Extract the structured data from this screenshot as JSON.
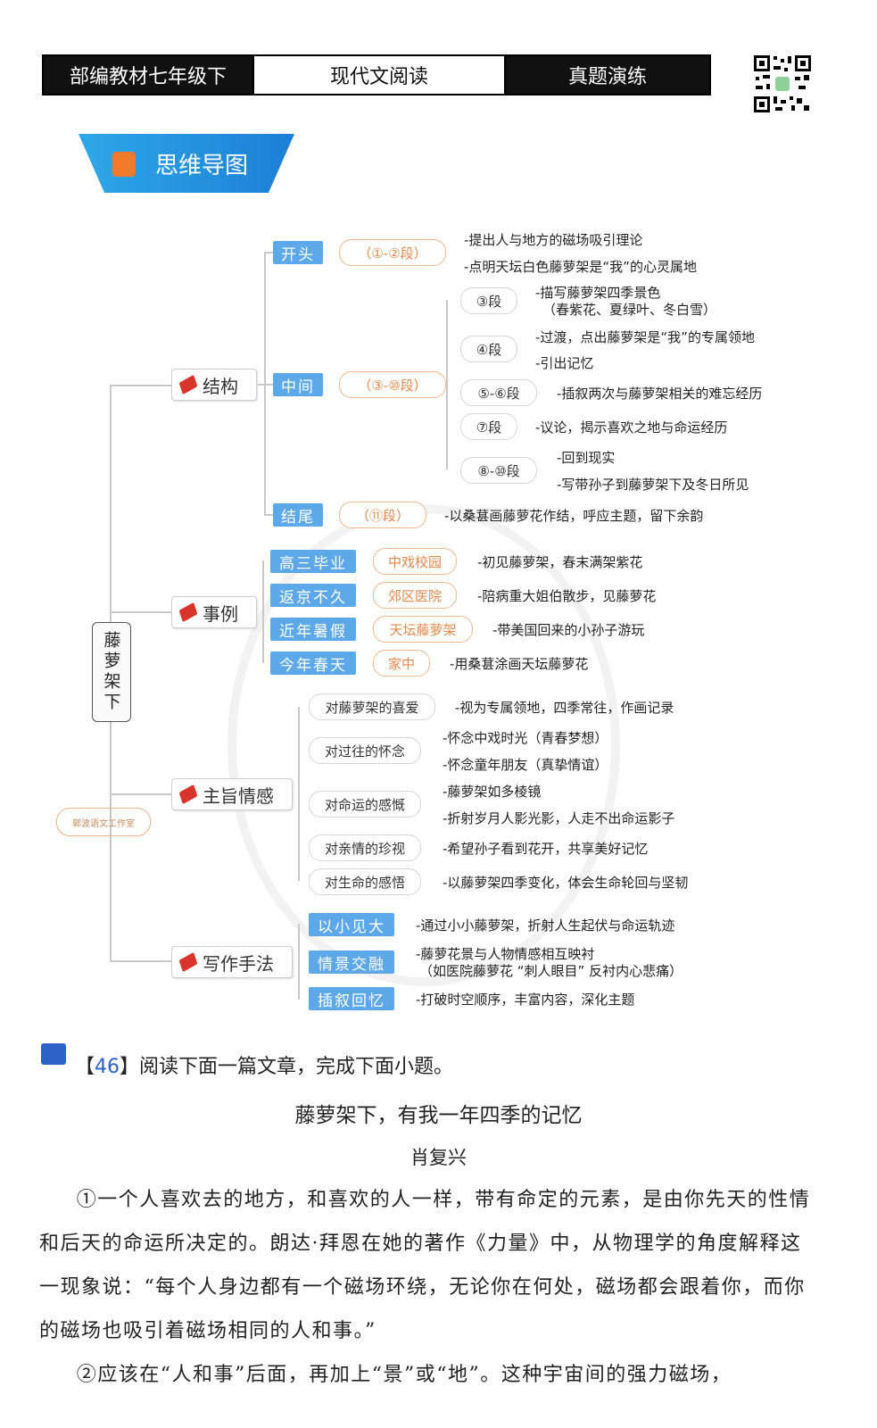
{
  "header": {
    "left": "部编教材七年级下",
    "center": "现代文阅读",
    "right": "真题演练"
  },
  "banner": {
    "title": "思维导图",
    "icon": "pencil-note-icon"
  },
  "mindmap": {
    "root": "藤萝架下",
    "studio": "郭波语文工作室",
    "structure": {
      "label": "结构",
      "opening": {
        "label": "开头",
        "range": "（①-②段）",
        "points": [
          "-提出人与地方的磁场吸引理论",
          "-点明天坛白色藤萝架是“我”的心灵属地"
        ]
      },
      "middle": {
        "label": "中间",
        "range": "（③-⑩段）",
        "sections": [
          {
            "label": "③段",
            "points": [
              "-描写藤萝架四季景色",
              "（春紫花、夏绿叶、冬白雪）"
            ]
          },
          {
            "label": "④段",
            "points": [
              "-过渡，点出藤萝架是“我”的专属领地",
              "-引出记忆"
            ]
          },
          {
            "label": "⑤-⑥段",
            "points": [
              "-插叙两次与藤萝架相关的难忘经历"
            ]
          },
          {
            "label": "⑦段",
            "points": [
              "-议论，揭示喜欢之地与命运经历"
            ]
          },
          {
            "label": "⑧-⑩段",
            "points": [
              "-回到现实",
              "-写带孙子到藤萝架下及冬日所见"
            ]
          }
        ]
      },
      "ending": {
        "label": "结尾",
        "range": "（⑪段）",
        "point": "-以桑葚画藤萝花作结，呼应主题，留下余韵"
      }
    },
    "examples": {
      "label": "事例",
      "items": [
        {
          "time": "高三毕业",
          "place": "中戏校园",
          "desc": "-初见藤萝架，春末满架紫花"
        },
        {
          "time": "返京不久",
          "place": "郊区医院",
          "desc": "-陪病重大姐伯散步，见藤萝花"
        },
        {
          "time": "近年暑假",
          "place": "天坛藤萝架",
          "desc": "-带美国回来的小孙子游玩"
        },
        {
          "time": "今年春天",
          "place": "家中",
          "desc": "-用桑葚涂画天坛藤萝花"
        }
      ]
    },
    "emotion": {
      "label": "主旨情感",
      "items": [
        {
          "label": "对藤萝架的喜爱",
          "points": [
            "-视为专属领地，四季常往，作画记录"
          ]
        },
        {
          "label": "对过往的怀念",
          "points": [
            "-怀念中戏时光（青春梦想）",
            "-怀念童年朋友（真挚情谊）"
          ]
        },
        {
          "label": "对命运的感慨",
          "points": [
            "-藤萝架如多棱镜",
            "-折射岁月人影光影，人走不出命运影子"
          ]
        },
        {
          "label": "对亲情的珍视",
          "points": [
            "-希望孙子看到花开，共享美好记忆"
          ]
        },
        {
          "label": "对生命的感悟",
          "points": [
            "-以藤萝架四季变化，体会生命轮回与坚韧"
          ]
        }
      ]
    },
    "techniques": {
      "label": "写作手法",
      "items": [
        {
          "label": "以小见大",
          "points": [
            "-通过小小藤萝架，折射人生起伏与命运轨迹"
          ]
        },
        {
          "label": "情景交融",
          "points": [
            "-藤萝花景与人物情感相互映衬",
            "（如医院藤萝花 “刺人眼目” 反衬内心悲痛）"
          ]
        },
        {
          "label": "插叙回忆",
          "points": [
            "-打破时空顺序，丰富内容，深化主题"
          ]
        }
      ]
    }
  },
  "question": {
    "number": "46",
    "bracket_open": "【",
    "bracket_close": "】",
    "prompt": "阅读下面一篇文章，完成下面小题。"
  },
  "article": {
    "title": "藤萝架下，有我一年四季的记忆",
    "author": "肖复兴",
    "paragraphs": [
      "①一个人喜欢去的地方，和喜欢的人一样，带有命定的元素，是由你先天的性情和后天的命运所决定的。朗达·拜恩在她的著作《力量》中，从物理学的角度解释这一现象说：“每个人身边都有一个磁场环绕，无论你在何处，磁场都会跟着你，而你的磁场也吸引着磁场相同的人和事。”",
      "②应该在“人和事”后面，再加上“景”或“地”。这种宇宙间的强力磁场，"
    ]
  }
}
